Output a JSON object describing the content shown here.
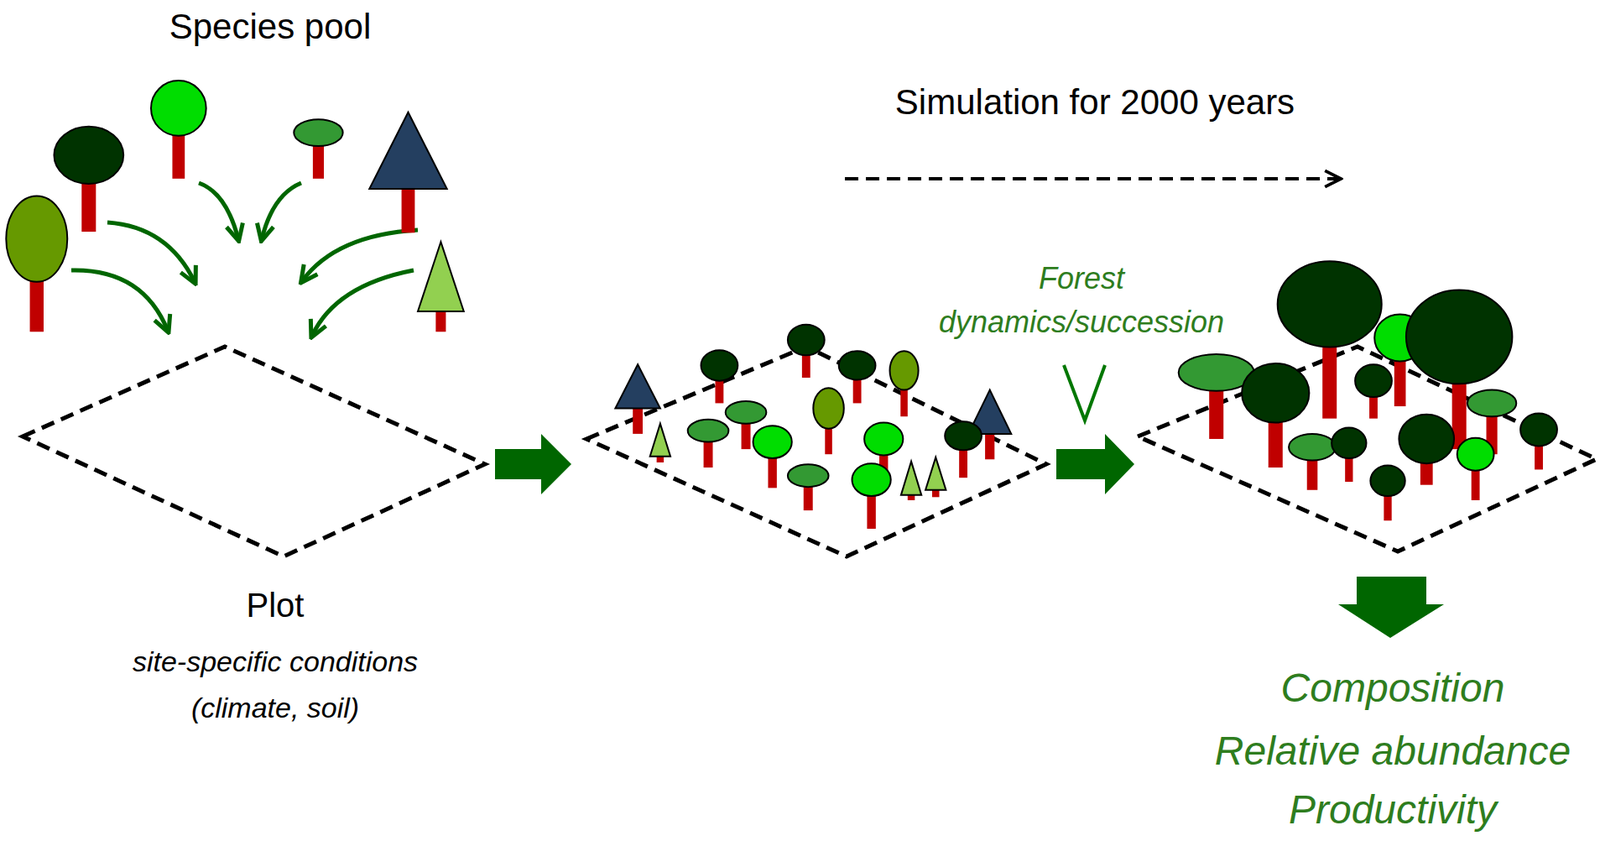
{
  "diagram": {
    "nodes": [
      {
        "text": [
          "Plot",
          "site-specific conditions (climate, soil)"
        ]
      }
    ],
    "labels": [
      "Species pool",
      "Simulation for 2000 years",
      "Forest dynamics/succession",
      "Composition",
      "Relative abundance",
      "Productivity"
    ]
  }
}
